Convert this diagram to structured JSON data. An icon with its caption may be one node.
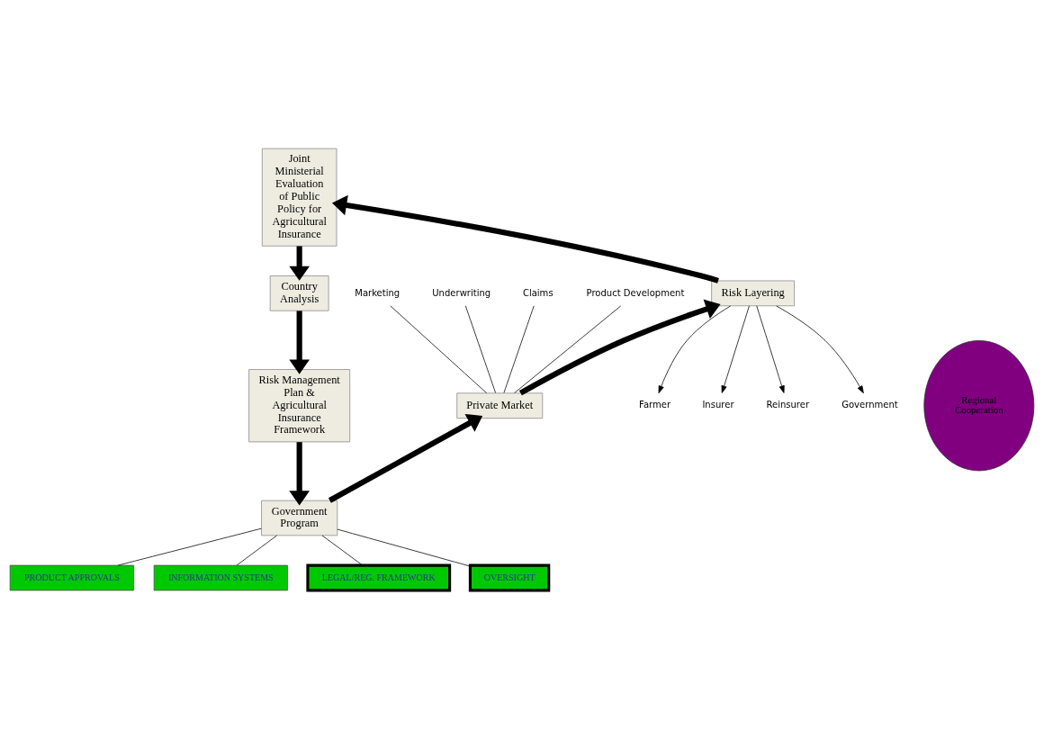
{
  "diagram": {
    "nodes": [
      {
        "text": [
          "Joint Ministerial Evaluation of Public Policy for Agricultural Insurance"
        ]
      },
      {
        "text": [
          "Country Analysis"
        ]
      },
      {
        "text": [
          "Risk Management Plan & Agricultural Insurance Framework"
        ]
      },
      {
        "text": [
          "Government Program"
        ]
      },
      {
        "text": [
          "Private Market"
        ]
      },
      {
        "text": [
          "Risk Layering"
        ]
      },
      {
        "text": [
          "Regional Cooperation"
        ]
      },
      {
        "text": [
          "Farmer"
        ]
      },
      {
        "text": [
          "Insurer"
        ]
      },
      {
        "text": [
          "Reinsurer"
        ]
      },
      {
        "text": [
          "Government"
        ]
      },
      {
        "text": [
          "Marketing"
        ]
      },
      {
        "text": [
          "Underwriting"
        ]
      },
      {
        "text": [
          "Claims"
        ]
      },
      {
        "text": [
          "Product Development"
        ]
      },
      {
        "text": [
          "PRODUCT APPROVALS"
        ]
      },
      {
        "text": [
          "INFORMATION SYSTEMS"
        ]
      },
      {
        "text": [
          "LEGAL/REG. FRAMEWORK"
        ]
      },
      {
        "text": [
          "OVERSIGHT"
        ]
      }
    ],
    "edges": [
      {
        "from": 0,
        "to": 1,
        "arrow": "to",
        "style": "thick"
      },
      {
        "from": 1,
        "to": 2,
        "arrow": "to",
        "style": "thick"
      },
      {
        "from": 2,
        "to": 3,
        "arrow": "to",
        "style": "thick"
      },
      {
        "from": 3,
        "to": 4,
        "arrow": "to",
        "style": "thick"
      },
      {
        "from": 4,
        "to": 5,
        "arrow": "to",
        "style": "thick"
      },
      {
        "from": 5,
        "to": 0,
        "arrow": "to",
        "style": "thick"
      },
      {
        "from": 5,
        "to": 7,
        "arrow": "to"
      },
      {
        "from": 5,
        "to": 8,
        "arrow": "to"
      },
      {
        "from": 5,
        "to": 9,
        "arrow": "to"
      },
      {
        "from": 5,
        "to": 10,
        "arrow": "to"
      },
      {
        "from": 11,
        "to": 4,
        "arrow": "none"
      },
      {
        "from": 12,
        "to": 4,
        "arrow": "none"
      },
      {
        "from": 13,
        "to": 4,
        "arrow": "none"
      },
      {
        "from": 14,
        "to": 4,
        "arrow": "none"
      },
      {
        "from": 3,
        "to": 15,
        "arrow": "none"
      },
      {
        "from": 3,
        "to": 16,
        "arrow": "none"
      },
      {
        "from": 3,
        "to": 17,
        "arrow": "none"
      },
      {
        "from": 3,
        "to": 18,
        "arrow": "none"
      }
    ]
  }
}
